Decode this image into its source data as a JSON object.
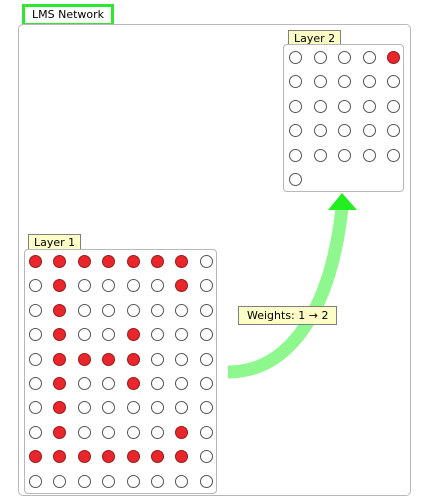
{
  "network": {
    "title": "LMS Network"
  },
  "layers": [
    {
      "id": "layer1",
      "label": "Layer 1",
      "rows": [
        [
          1,
          1,
          1,
          1,
          1,
          1,
          1,
          0
        ],
        [
          0,
          1,
          0,
          0,
          0,
          0,
          1,
          0
        ],
        [
          0,
          1,
          0,
          0,
          0,
          0,
          0,
          0
        ],
        [
          0,
          1,
          0,
          0,
          1,
          0,
          0,
          0
        ],
        [
          0,
          1,
          1,
          1,
          1,
          0,
          0,
          0
        ],
        [
          0,
          1,
          0,
          0,
          1,
          0,
          0,
          0
        ],
        [
          0,
          1,
          0,
          0,
          0,
          0,
          0,
          0
        ],
        [
          0,
          1,
          0,
          0,
          0,
          0,
          1,
          0
        ],
        [
          1,
          1,
          1,
          1,
          1,
          1,
          1,
          0
        ],
        [
          0,
          0,
          0,
          0,
          0,
          0,
          0,
          0
        ]
      ]
    },
    {
      "id": "layer2",
      "label": "Layer 2",
      "rows": [
        [
          0,
          0,
          0,
          0,
          1
        ],
        [
          0,
          0,
          0,
          0,
          0
        ],
        [
          0,
          0,
          0,
          0,
          0
        ],
        [
          0,
          0,
          0,
          0,
          0
        ],
        [
          0,
          0,
          0,
          0,
          0
        ],
        [
          0
        ]
      ]
    }
  ],
  "connection": {
    "label": "Weights: 1 → 2",
    "color": "#8ef88e",
    "head_color": "#22ee22"
  },
  "colors": {
    "active": "#e8262b",
    "inactive": "#ffffff",
    "title_border": "#2ee82e",
    "label_bg": "#fdfdc6"
  }
}
